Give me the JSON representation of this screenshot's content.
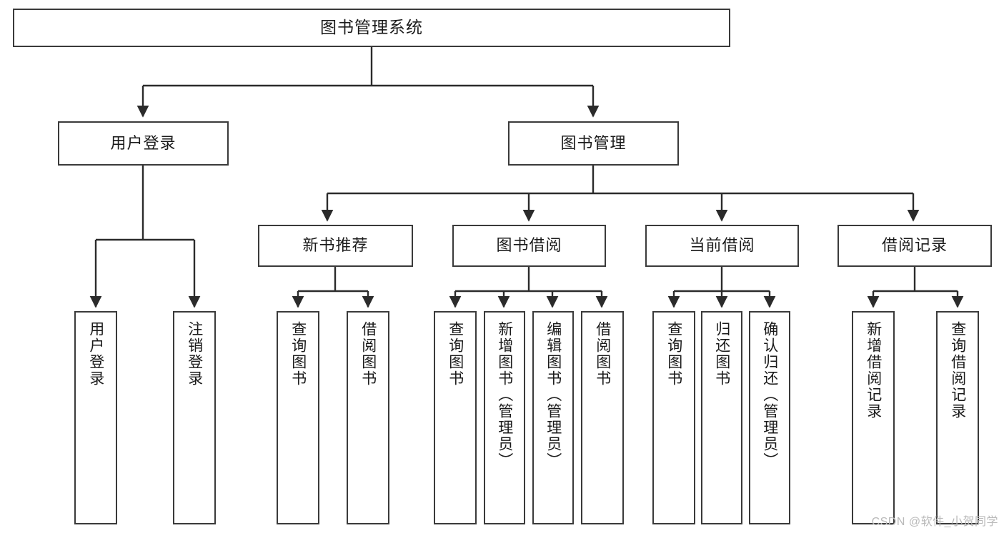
{
  "diagram": {
    "title": "图书管理系统",
    "type": "hierarchy-tree",
    "watermark": "CSDN @软件_小贺同学",
    "style": {
      "box_border_color": "#3a3a3a",
      "box_fill_color": "#ffffff",
      "connector_color": "#2b2b2b",
      "background_color": "#ffffff",
      "watermark_color": "#b9b9b9"
    },
    "root": {
      "label": "图书管理系统",
      "orientation": "horizontal"
    },
    "level2": [
      {
        "label": "用户登录",
        "orientation": "horizontal"
      },
      {
        "label": "图书管理",
        "orientation": "horizontal"
      }
    ],
    "level3": [
      {
        "label": "新书推荐",
        "orientation": "horizontal"
      },
      {
        "label": "图书借阅",
        "orientation": "horizontal"
      },
      {
        "label": "当前借阅",
        "orientation": "horizontal"
      },
      {
        "label": "借阅记录",
        "orientation": "horizontal"
      }
    ],
    "leaves": {
      "user_login": [
        {
          "label": "用户登录",
          "orientation": "vertical"
        },
        {
          "label": "注销登录",
          "orientation": "vertical"
        }
      ],
      "new_book_recommend": [
        {
          "label": "查询图书",
          "orientation": "vertical"
        },
        {
          "label": "借阅图书",
          "orientation": "vertical"
        }
      ],
      "book_borrow": [
        {
          "label": "查询图书",
          "orientation": "vertical"
        },
        {
          "label": "新增图书（管理员）",
          "orientation": "vertical"
        },
        {
          "label": "编辑图书（管理员）",
          "orientation": "vertical"
        },
        {
          "label": "借阅图书",
          "orientation": "vertical"
        }
      ],
      "current_borrow": [
        {
          "label": "查询图书",
          "orientation": "vertical"
        },
        {
          "label": "归还图书",
          "orientation": "vertical"
        },
        {
          "label": "确认归还（管理员）",
          "orientation": "vertical"
        }
      ],
      "borrow_record": [
        {
          "label": "新增借阅记录",
          "orientation": "vertical"
        },
        {
          "label": "查询借阅记录",
          "orientation": "vertical"
        }
      ]
    }
  }
}
